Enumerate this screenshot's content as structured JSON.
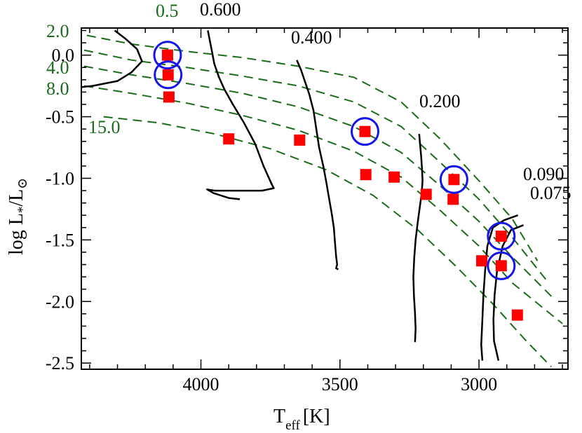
{
  "chart_data": {
    "type": "scatter",
    "xlabel": "T",
    "xlabel_sub": "eff",
    "xlabel_unit": "[K]",
    "ylabel": "log L",
    "ylabel_sub": "*",
    "ylabel_rest": "/L",
    "ylabel_sun": "⊙",
    "x_reversed": true,
    "xlim": [
      4430,
      2680
    ],
    "ylim": [
      -2.55,
      0.22
    ],
    "xticks": [
      4000,
      3500,
      3000
    ],
    "xtick_labels": [
      "4000",
      "3500",
      "3000"
    ],
    "yticks": [
      0.0,
      -0.5,
      -1.0,
      -1.5,
      -2.0,
      -2.5
    ],
    "ytick_labels": [
      "0.0",
      "-0.5",
      "-1.0",
      "-1.5",
      "-2.0",
      "-2.5"
    ],
    "colors": {
      "tracks": "#000000",
      "isochrones": "#1a6b1a",
      "stars": "#ff0000",
      "circles": "#1515e8"
    },
    "evolutionary_tracks": [
      {
        "mass_label": "0.600",
        "points": [
          [
            4310,
            0.2
          ],
          [
            4270,
            0.13
          ],
          [
            4230,
            0.05
          ],
          [
            4212,
            -0.05
          ],
          [
            4250,
            -0.14
          ],
          [
            4300,
            -0.21
          ],
          [
            4390,
            -0.25
          ],
          [
            4430,
            -0.26
          ]
        ]
      },
      {
        "mass_label": "",
        "points": [
          [
            3975,
            0.2
          ],
          [
            3962,
            0.05
          ],
          [
            3952,
            -0.07
          ],
          [
            3935,
            -0.18
          ],
          [
            3915,
            -0.28
          ],
          [
            3885,
            -0.4
          ],
          [
            3845,
            -0.55
          ],
          [
            3805,
            -0.72
          ],
          [
            3775,
            -0.9
          ],
          [
            3745,
            -1.05
          ],
          [
            3738,
            -1.08
          ],
          [
            3780,
            -1.1
          ],
          [
            3840,
            -1.1
          ],
          [
            3910,
            -1.1
          ],
          [
            3950,
            -1.1
          ],
          [
            3978,
            -1.09
          ],
          [
            3955,
            -1.12
          ],
          [
            3900,
            -1.16
          ],
          [
            3860,
            -1.17
          ]
        ]
      },
      {
        "mass_label": "0.400",
        "points": [
          [
            3655,
            -0.04
          ],
          [
            3640,
            -0.12
          ],
          [
            3625,
            -0.22
          ],
          [
            3610,
            -0.32
          ],
          [
            3595,
            -0.45
          ],
          [
            3585,
            -0.6
          ],
          [
            3575,
            -0.75
          ],
          [
            3560,
            -0.9
          ],
          [
            3550,
            -1.02
          ],
          [
            3540,
            -1.15
          ],
          [
            3530,
            -1.28
          ],
          [
            3522,
            -1.4
          ],
          [
            3518,
            -1.52
          ],
          [
            3514,
            -1.63
          ],
          [
            3510,
            -1.7
          ],
          [
            3514,
            -1.73
          ],
          [
            3506,
            -1.74
          ]
        ]
      },
      {
        "mass_label": "0.200",
        "points": [
          [
            3215,
            -0.64
          ],
          [
            3212,
            -0.72
          ],
          [
            3208,
            -0.82
          ],
          [
            3205,
            -0.92
          ],
          [
            3203,
            -1.02
          ],
          [
            3206,
            -1.12
          ],
          [
            3212,
            -1.22
          ],
          [
            3220,
            -1.35
          ],
          [
            3228,
            -1.5
          ],
          [
            3233,
            -1.65
          ],
          [
            3236,
            -1.8
          ],
          [
            3234,
            -1.95
          ],
          [
            3230,
            -2.1
          ],
          [
            3228,
            -2.22
          ],
          [
            3230,
            -2.33
          ]
        ]
      },
      {
        "mass_label": "0.090",
        "points": [
          [
            2860,
            -1.3
          ],
          [
            2910,
            -1.34
          ],
          [
            2950,
            -1.4
          ],
          [
            2970,
            -1.55
          ],
          [
            2978,
            -1.75
          ],
          [
            2984,
            -1.95
          ],
          [
            2988,
            -2.15
          ],
          [
            2992,
            -2.35
          ],
          [
            2988,
            -2.48
          ]
        ]
      },
      {
        "mass_label": "0.075",
        "points": [
          [
            2840,
            -1.38
          ],
          [
            2885,
            -1.42
          ],
          [
            2915,
            -1.55
          ],
          [
            2935,
            -1.75
          ],
          [
            2944,
            -1.95
          ],
          [
            2948,
            -2.15
          ],
          [
            2946,
            -2.32
          ],
          [
            2930,
            -2.48
          ]
        ]
      }
    ],
    "isochrones": [
      {
        "age_label": "0.5",
        "points": [
          [
            4410,
            0.16
          ],
          [
            4250,
            0.09
          ],
          [
            4050,
            0.03
          ],
          [
            3850,
            -0.02
          ],
          [
            3650,
            -0.09
          ],
          [
            3450,
            -0.18
          ],
          [
            3280,
            -0.38
          ],
          [
            3140,
            -0.68
          ],
          [
            3000,
            -1.02
          ],
          [
            2880,
            -1.33
          ],
          [
            2790,
            -1.67
          ]
        ]
      },
      {
        "age_label": "2.0",
        "points": [
          [
            4420,
            0.04
          ],
          [
            4250,
            -0.04
          ],
          [
            4050,
            -0.1
          ],
          [
            3850,
            -0.17
          ],
          [
            3650,
            -0.25
          ],
          [
            3450,
            -0.38
          ],
          [
            3280,
            -0.58
          ],
          [
            3140,
            -0.87
          ],
          [
            3000,
            -1.17
          ],
          [
            2880,
            -1.48
          ],
          [
            2760,
            -1.82
          ]
        ]
      },
      {
        "age_label": "4.0",
        "points": [
          [
            4420,
            -0.09
          ],
          [
            4250,
            -0.16
          ],
          [
            4050,
            -0.23
          ],
          [
            3850,
            -0.31
          ],
          [
            3650,
            -0.42
          ],
          [
            3450,
            -0.58
          ],
          [
            3280,
            -0.79
          ],
          [
            3140,
            -1.06
          ],
          [
            3000,
            -1.35
          ],
          [
            2880,
            -1.64
          ],
          [
            2730,
            -1.98
          ]
        ]
      },
      {
        "age_label": "8.0",
        "points": [
          [
            4420,
            -0.25
          ],
          [
            4250,
            -0.31
          ],
          [
            4050,
            -0.39
          ],
          [
            3850,
            -0.49
          ],
          [
            3650,
            -0.61
          ],
          [
            3450,
            -0.78
          ],
          [
            3280,
            -0.99
          ],
          [
            3140,
            -1.26
          ],
          [
            3000,
            -1.55
          ],
          [
            2880,
            -1.85
          ],
          [
            2700,
            -2.18
          ]
        ]
      },
      {
        "age_label": "15.0",
        "points": [
          [
            4350,
            -0.5
          ],
          [
            4150,
            -0.55
          ],
          [
            3950,
            -0.64
          ],
          [
            3750,
            -0.76
          ],
          [
            3550,
            -0.93
          ],
          [
            3380,
            -1.14
          ],
          [
            3220,
            -1.42
          ],
          [
            3080,
            -1.72
          ],
          [
            2950,
            -2.02
          ],
          [
            2830,
            -2.32
          ],
          [
            2740,
            -2.53
          ]
        ]
      }
    ],
    "age_label_positions_note": "",
    "data_points": [
      {
        "x": 4120,
        "y": 0.0
      },
      {
        "x": 4118,
        "y": -0.16
      },
      {
        "x": 4115,
        "y": -0.34
      },
      {
        "x": 3900,
        "y": -0.68
      },
      {
        "x": 3645,
        "y": -0.69
      },
      {
        "x": 3410,
        "y": -0.62
      },
      {
        "x": 3407,
        "y": -0.97
      },
      {
        "x": 3305,
        "y": -0.99
      },
      {
        "x": 3190,
        "y": -1.13
      },
      {
        "x": 3090,
        "y": -1.01
      },
      {
        "x": 3093,
        "y": -1.17
      },
      {
        "x": 2990,
        "y": -1.67
      },
      {
        "x": 2920,
        "y": -1.47
      },
      {
        "x": 2920,
        "y": -1.71
      },
      {
        "x": 2862,
        "y": -2.11
      }
    ],
    "circled_points": [
      {
        "x": 4120,
        "y": 0.0
      },
      {
        "x": 4118,
        "y": -0.16
      },
      {
        "x": 3410,
        "y": -0.62
      },
      {
        "x": 3090,
        "y": -1.01
      },
      {
        "x": 2920,
        "y": -1.47
      },
      {
        "x": 2920,
        "y": -1.71
      }
    ]
  }
}
